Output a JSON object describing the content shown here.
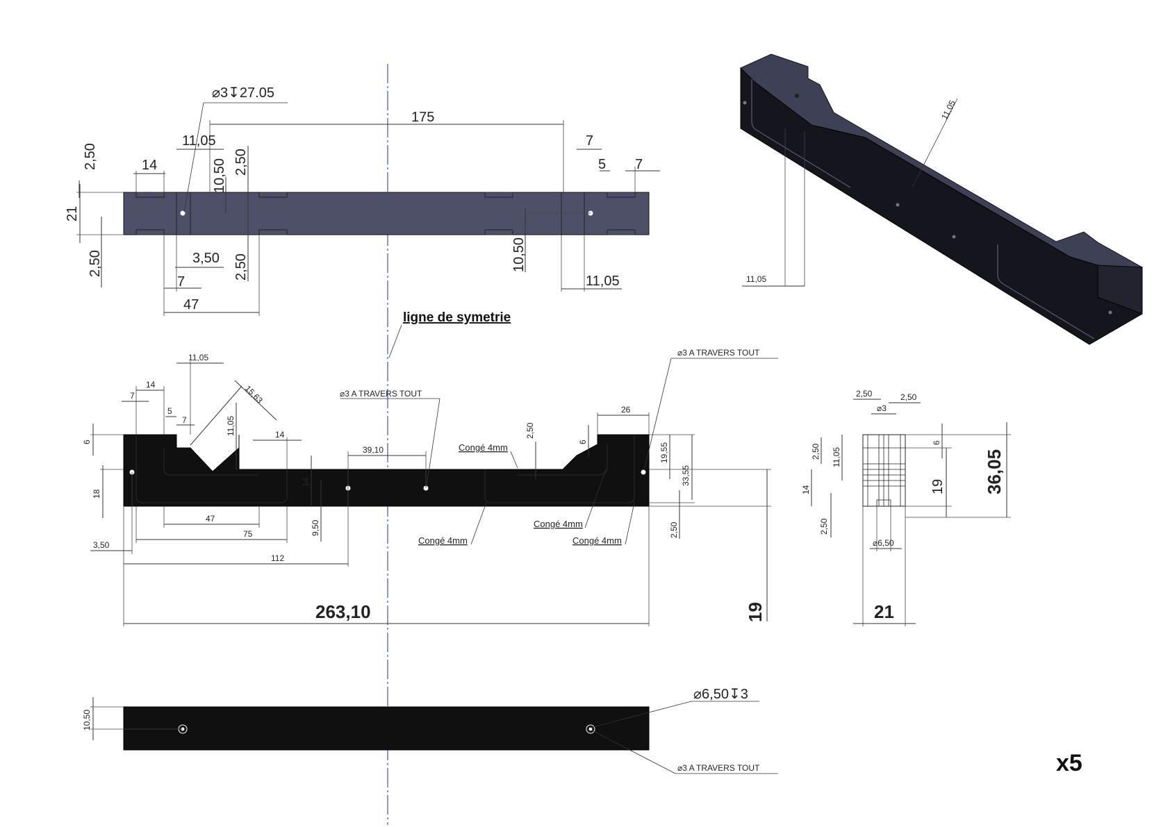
{
  "top_view": {
    "hole_callout": "⌀3↧27.05",
    "dims": {
      "d175": "175",
      "d11_05a": "11,05",
      "d2_50a": "2,50",
      "d14": "14",
      "d10_50a": "10,50",
      "d2_50b": "2,50",
      "d7a": "7",
      "d5": "5",
      "d7b": "7",
      "d21": "21",
      "d2_50c": "2,50",
      "d3_50": "3,50",
      "d2_50d": "2,50",
      "d7c": "7",
      "d47": "47",
      "d10_50b": "10,50",
      "d11_05b": "11,05"
    }
  },
  "symmetry_label": "ligne de symetrie",
  "front_view": {
    "dims": {
      "d11_05": "11,05",
      "d14a": "14",
      "d7a": "7",
      "d5": "5",
      "d7b": "7",
      "d15_63": "15,63",
      "d11_05v": "11,05",
      "d14b": "14",
      "d6a": "6",
      "d18": "18",
      "d14c": "14",
      "d39_10": "39,10",
      "d2_50a": "2,50",
      "d26": "26",
      "d6b": "6",
      "d19_55": "19,55",
      "d33_55": "33,55",
      "d47": "47",
      "d75": "75",
      "d9_50": "9,50",
      "d3_50": "3,50",
      "d112": "112",
      "d2_50b": "2,50",
      "d263_10": "263,10",
      "d19": "19"
    },
    "notes": {
      "thru_left": "⌀3 A TRAVERS TOUT",
      "thru_right": "⌀3 A TRAVERS TOUT",
      "fillet1": "Congé 4mm",
      "fillet2": "Congé 4mm",
      "fillet3": "Congé 4mm",
      "fillet4": "Congé 4mm"
    }
  },
  "side_view": {
    "dims": {
      "d2_50a": "2,50",
      "d2_50b": "2,50",
      "d3": "⌀3",
      "d2_50c": "2,50",
      "d11_05": "11,05",
      "d6": "6",
      "d14": "14",
      "d19": "19",
      "d36_05": "36,05",
      "d2_50d": "2,50",
      "d6_50": "⌀6,50",
      "d21": "21"
    }
  },
  "bottom_view": {
    "d10_50": "10,50",
    "counterbore": "⌀6,50↧3",
    "thru": "⌀3 A TRAVERS TOUT"
  },
  "iso_view": {
    "d11_05a": "11,05",
    "d11_05b": "11,05"
  },
  "quantity": "x5",
  "colors": {
    "part_dark": "#101010",
    "part_iso": "#4d5068",
    "symmetry_line": "#1d2bb8"
  }
}
